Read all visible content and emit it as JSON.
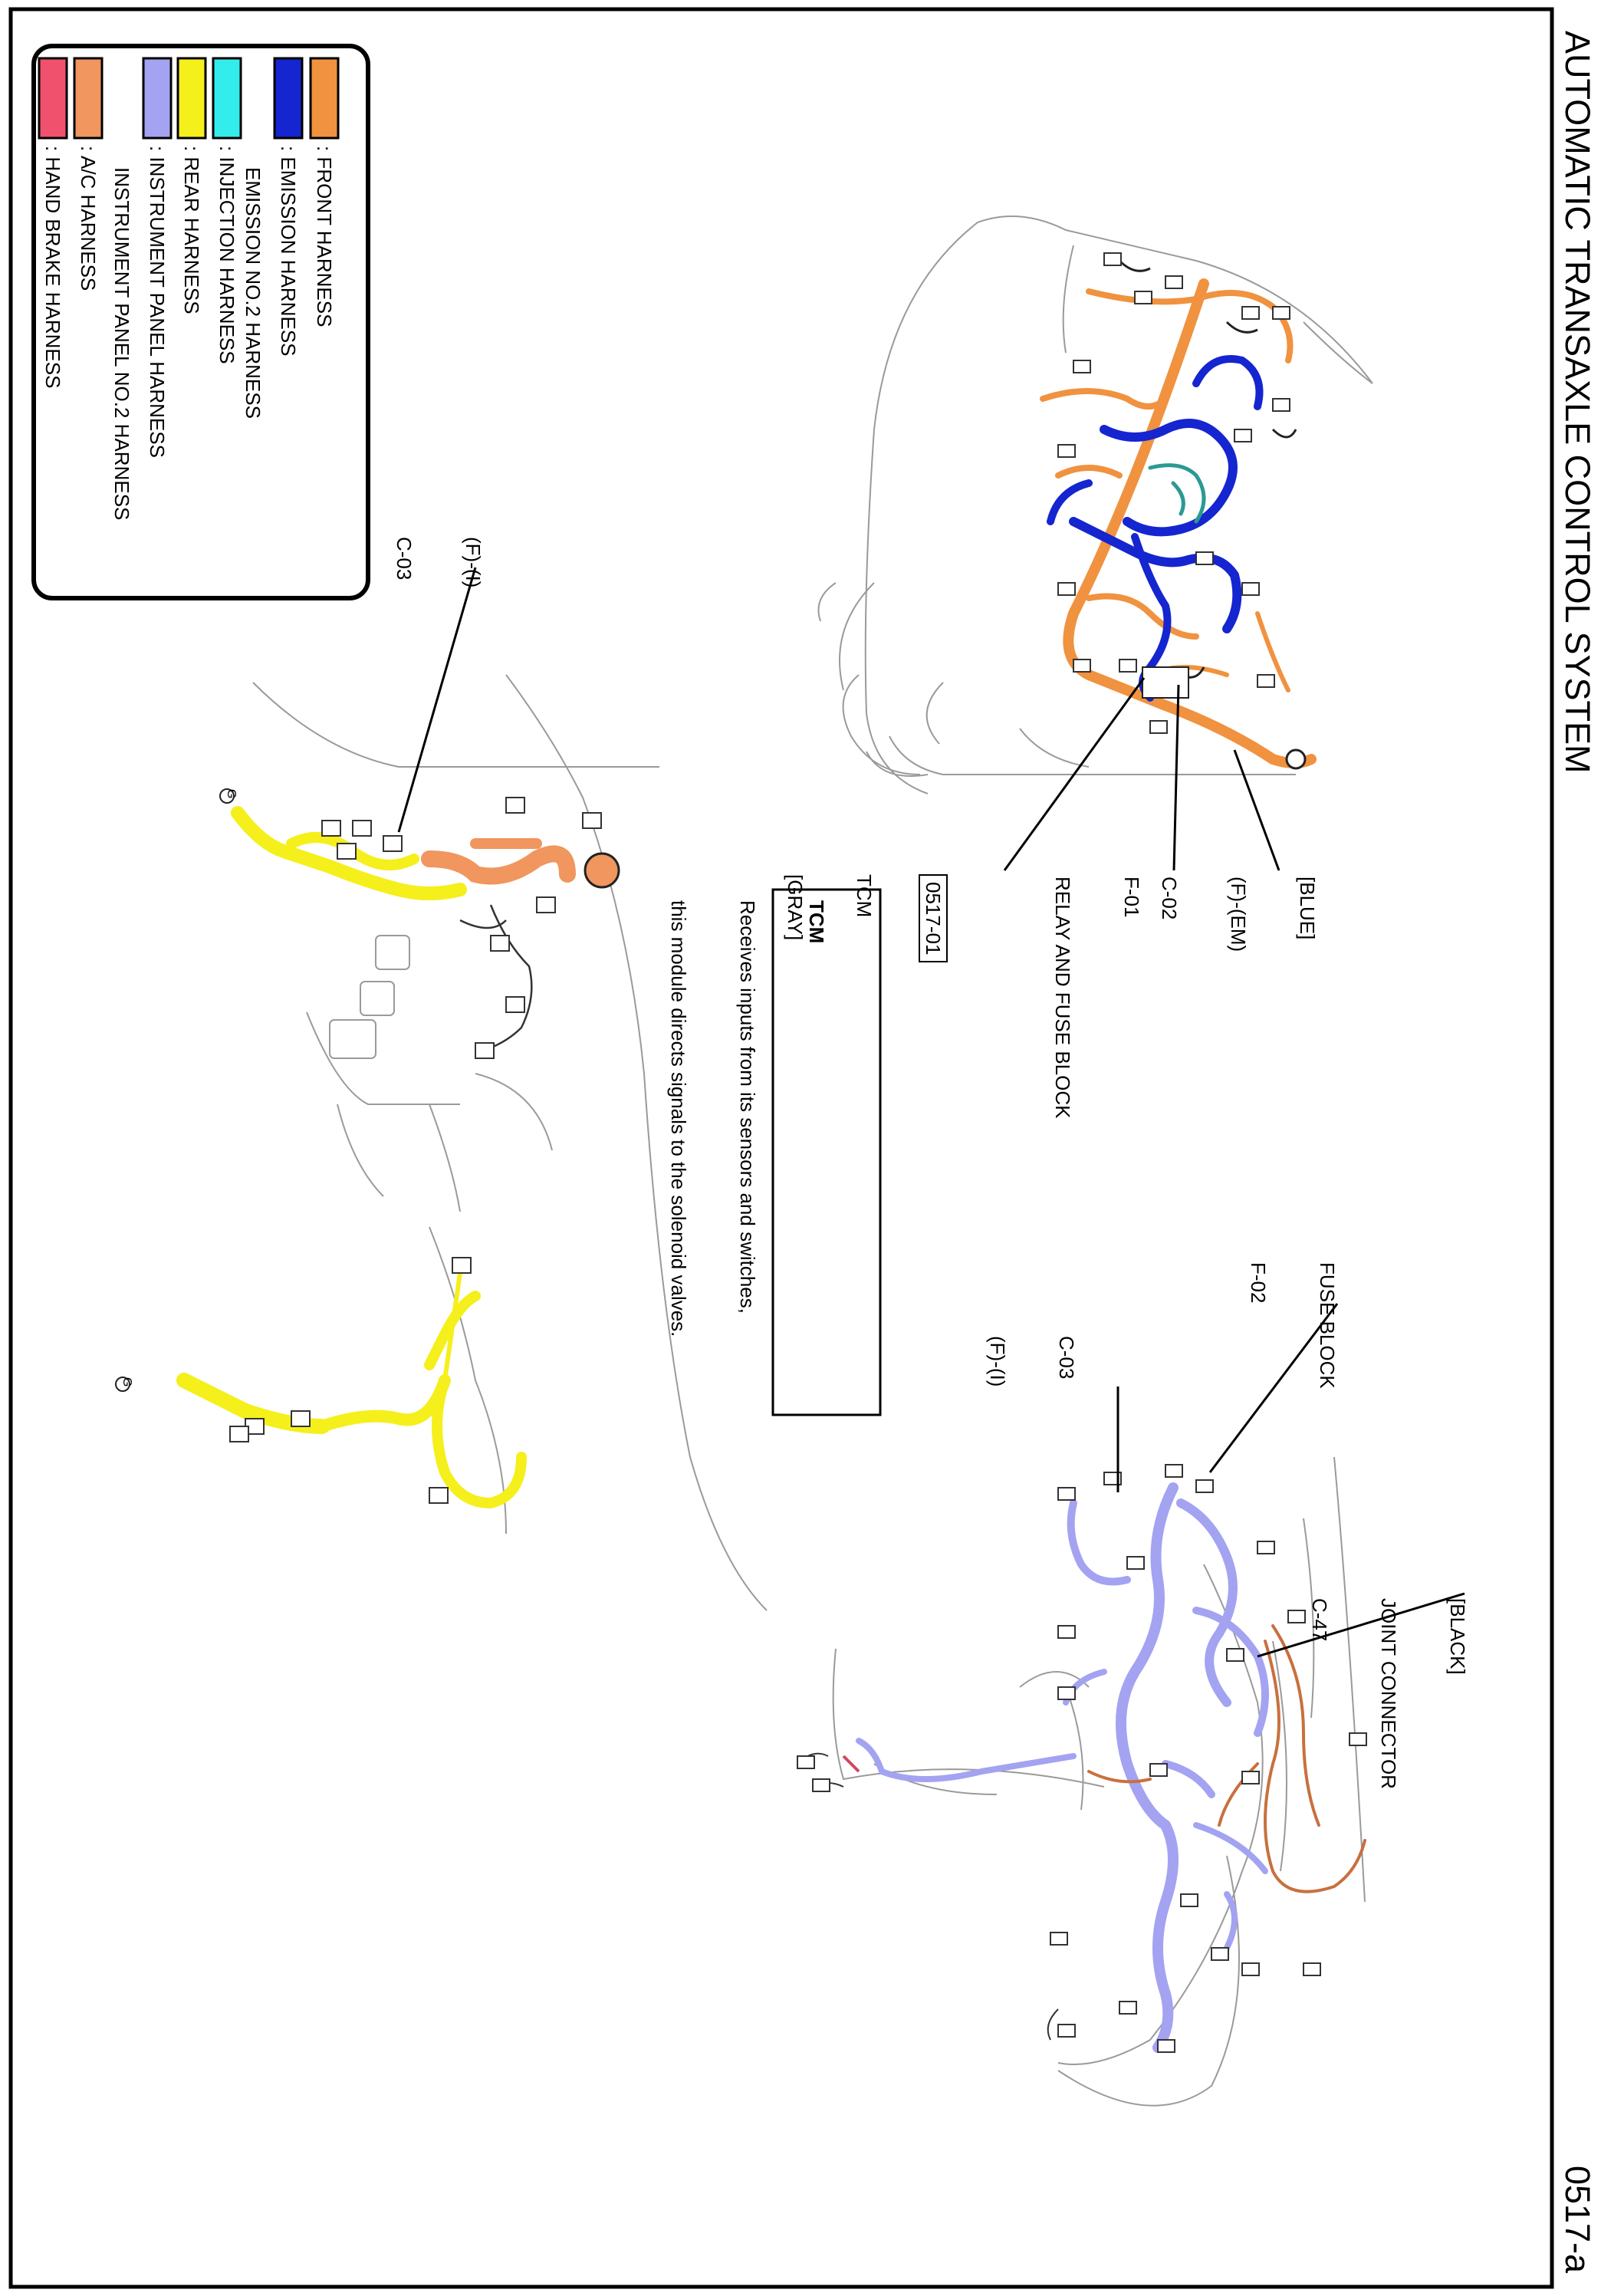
{
  "page": {
    "title": "AUTOMATIC TRANSAXLE CONTROL SYSTEM",
    "page_number": "0517-a"
  },
  "legend": {
    "items": [
      {
        "label": ": FRONT HARNESS",
        "sublabel": "",
        "color": "#F0923F"
      },
      {
        "label": ": EMISSION HARNESS",
        "sublabel": "EMISSION NO.2 HARNESS",
        "color": "#1525CF"
      },
      {
        "label": ": INJECTION HARNESS",
        "sublabel": "",
        "color": "#33EDED"
      },
      {
        "label": ": REAR HARNESS",
        "sublabel": "",
        "color": "#F5EF1C"
      },
      {
        "label": ": INSTRUMENT PANEL HARNESS",
        "sublabel": "INSTRUMENT PANEL NO.2 HARNESS",
        "color": "#A3A3F2"
      },
      {
        "label": ": A/C HARNESS",
        "sublabel": "",
        "color": "#F0965E"
      },
      {
        "label": ": HAND BRAKE HARNESS",
        "sublabel": "",
        "color": "#F0526E"
      }
    ]
  },
  "callouts": {
    "c02": {
      "color": "[BLUE]",
      "code": "(F)-(EM)",
      "id": "C-02"
    },
    "f01": {
      "id": "F-01",
      "name": "RELAY AND FUSE BLOCK"
    },
    "tcm": {
      "code": "0517-01",
      "name": "TCM",
      "color": "[GRAY]"
    },
    "note": {
      "title": "TCM",
      "line1": "Receives inputs from its sensors and switches,",
      "line2": "this module directs signals to the solenoid valves."
    },
    "fuse_block": {
      "name": "FUSE BLOCK",
      "id": "F-02"
    },
    "c03_right": {
      "id": "C-03",
      "code": "(F)-(I)"
    },
    "c47": {
      "color": "[BLACK]",
      "name": "JOINT CONNECTOR",
      "id": "C-47"
    },
    "c03_left": {
      "code": "(F)-(I)",
      "id": "C-03"
    }
  },
  "markers": {
    "g1": "G",
    "g2": "G"
  }
}
